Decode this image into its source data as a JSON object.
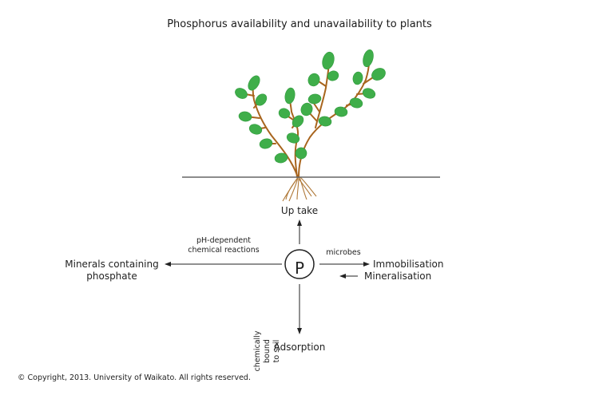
{
  "title": "Phosphorus availability and unavailability to plants",
  "center_node": {
    "label": "P"
  },
  "labels": {
    "uptake": "Up take",
    "minerals_line1": "Minerals containing",
    "minerals_line2": "phosphate",
    "ph_line1": "pH-dependent",
    "ph_line2": "chemical reactions",
    "microbes": "microbes",
    "immobilisation": "Immobilisation",
    "mineralisation": "Mineralisation",
    "chem_line1": "chemically",
    "chem_line2": "bound",
    "chem_line3": "to soil",
    "adsorption": "Adsorption"
  },
  "copyright": "© Copyright, 2013. University of Waikato. All rights reserved.",
  "colors": {
    "leaf": "#3fae4a",
    "leaf_edge": "#2f9a3c",
    "stem": "#a8651e",
    "root": "#b07a3a",
    "ground": "#666666",
    "arrow": "#222222"
  }
}
